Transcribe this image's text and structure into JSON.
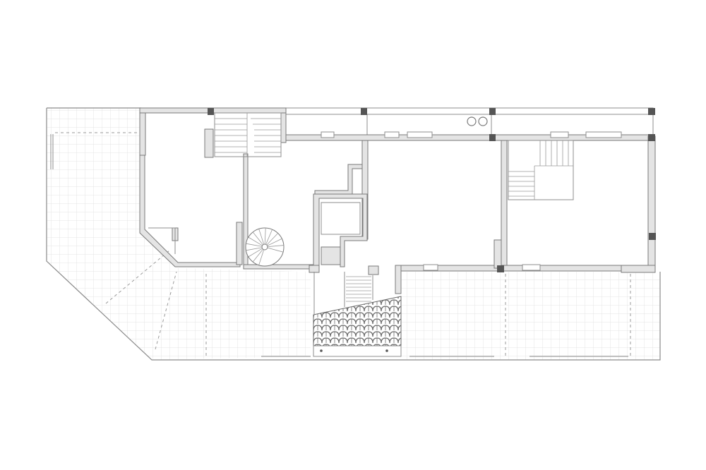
{
  "drawing": {
    "type": "architectural-floor-plan",
    "colors": {
      "background": "#ffffff",
      "wall_fill": "#e4e4e4",
      "wall_line": "#7a7a7a",
      "tile_grid": "#dcdcdc",
      "column": "#555555",
      "roof_tiles": "#6a6a6a"
    },
    "symbols": [
      "terrace-tiles",
      "dog-leg-stair",
      "spiral-stair",
      "roof-tiles",
      "structural-column",
      "window",
      "sink"
    ]
  }
}
